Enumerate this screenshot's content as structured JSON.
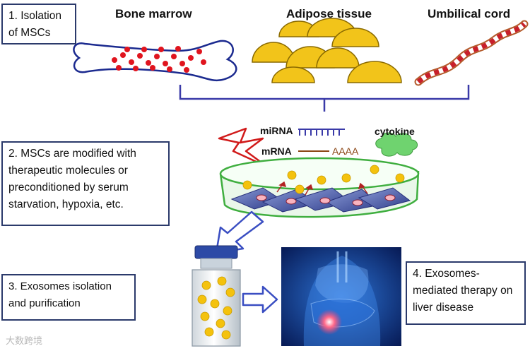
{
  "steps": {
    "step1": "1. Isolation of MSCs",
    "step2": "2. MSCs are modified with therapeutic molecules or preconditioned by serum starvation, hypoxia, etc.",
    "step3": "3. Exosomes isolation and purification",
    "step4": "4. Exosomes-mediated therapy on liver disease"
  },
  "sources": {
    "bone_marrow": "Bone marrow",
    "adipose_tissue": "Adipose tissue",
    "umbilical_cord": "Umbilical cord"
  },
  "molecules": {
    "mirna": "miRNA",
    "mrna": "mRNA",
    "poly_a": "AAAA",
    "cytokine": "cytokine"
  },
  "watermark": "大数跨境",
  "colors": {
    "box_border": "#2b3a6b",
    "bone_outline": "#1b2a8f",
    "bone_dots": "#e0141e",
    "fat": "#f2c41a",
    "cord_red": "#c8202a",
    "dish_green": "#3fae3f",
    "arrow_blue": "#3a4ec2",
    "exosome": "#f4c20d",
    "cytokine_cloud": "#6fd36f",
    "mrna_line": "#8b4513"
  }
}
